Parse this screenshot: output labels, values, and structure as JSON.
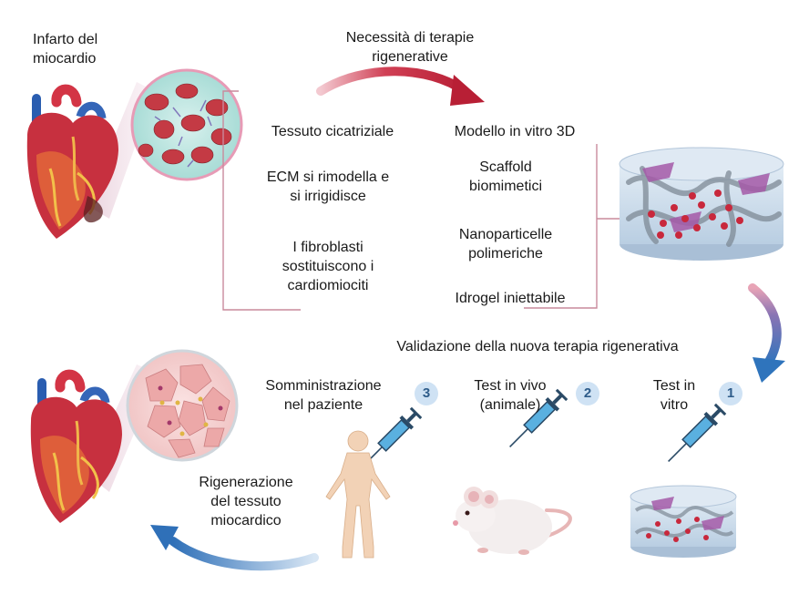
{
  "labels": {
    "infarct": [
      "Infarto del",
      "miocardio"
    ],
    "need": [
      "Necessità di terapie",
      "rigenerative"
    ],
    "scar_tissue": "Tessuto cicatriziale",
    "ecm": [
      "ECM si rimodella e",
      "si irrigidisce"
    ],
    "fibroblasts": [
      "I fibroblasti",
      "sostituiscono i",
      "cardiomiociti"
    ],
    "model": "Modello in vitro 3D",
    "scaffold": [
      "Scaffold",
      "biomimetici"
    ],
    "nanoparticles": [
      "Nanoparticelle",
      "polimeriche"
    ],
    "hydrogel": "Idrogel iniettabile",
    "validation": "Validazione della nuova terapia rigenerativa",
    "step3": [
      "Somministrazione",
      "nel paziente"
    ],
    "step2": [
      "Test in vivo",
      "(animale)"
    ],
    "step1": [
      "Test in",
      "vitro"
    ],
    "regeneration": [
      "Rigenerazione",
      "del tessuto",
      "miocardico"
    ]
  },
  "badges": [
    "1",
    "2",
    "3"
  ],
  "icons": [
    "heart-icon",
    "tissue-circle-icon",
    "scaffold-icon",
    "syringe-icon",
    "mouse-icon",
    "human-figure-icon",
    "arrow-icon"
  ],
  "colors": {
    "bracket": "#c98a9c",
    "arrow_red": "#c0283c",
    "arrow_blue": "#3a78c0",
    "badge_bg": "#cfe2f4",
    "badge_text": "#2e5c8a"
  }
}
